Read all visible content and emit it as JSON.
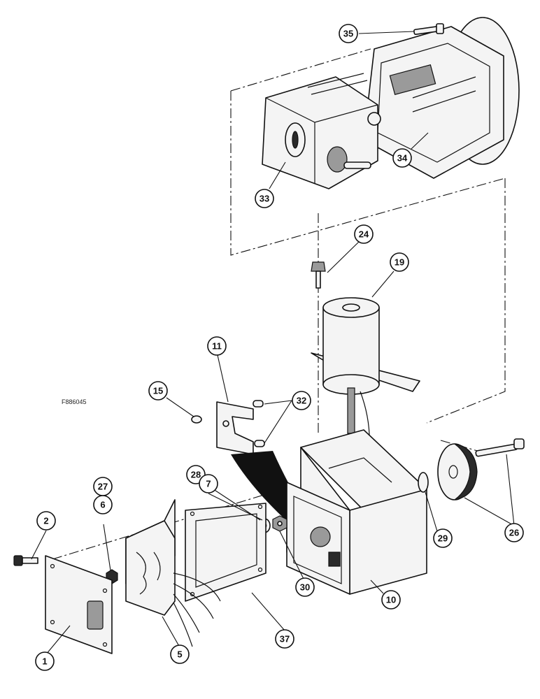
{
  "figure_ref": "F886045",
  "callouts": {
    "c35": "35",
    "c34": "34",
    "c33": "33",
    "c24": "24",
    "c19": "19",
    "c11": "11",
    "c15": "15",
    "c32": "32",
    "c28": "28",
    "c7": "7",
    "c27": "27",
    "c6": "6",
    "c2": "2",
    "c30": "30",
    "c29": "29",
    "c26": "26",
    "c10": "10",
    "c37": "37",
    "c5": "5",
    "c1": "1"
  }
}
